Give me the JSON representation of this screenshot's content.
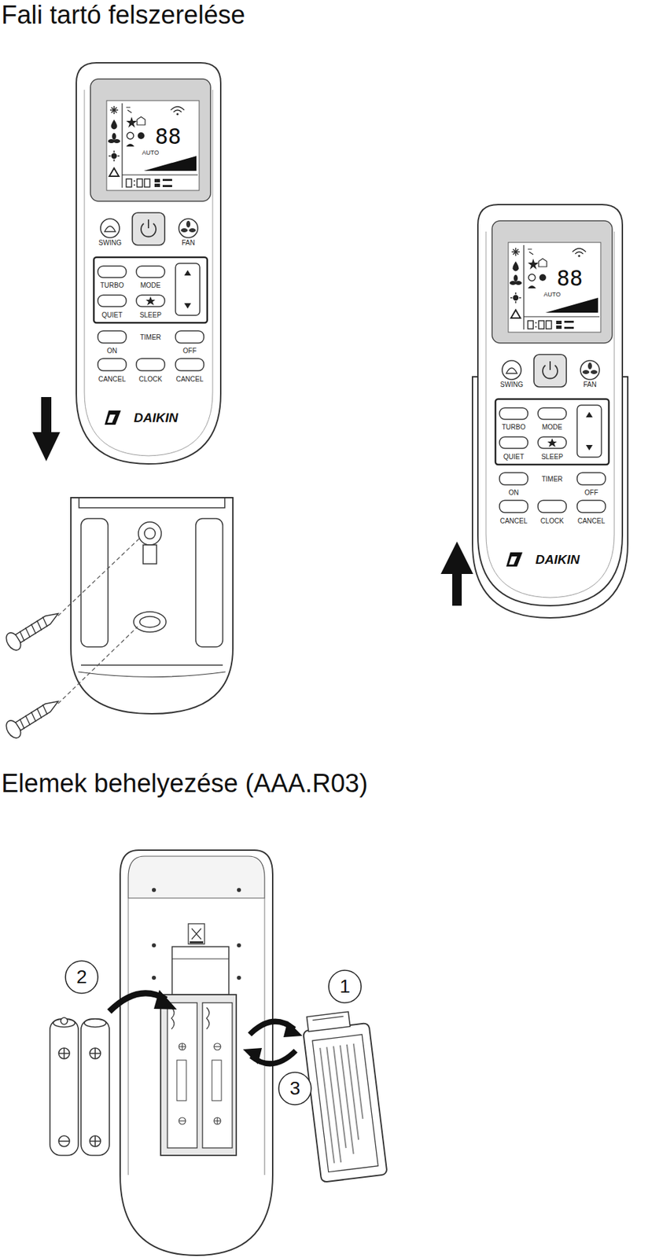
{
  "diagram": {
    "title": "Fali tartó felszerelése",
    "labels": [
      "SWING",
      "FAN",
      "TURBO",
      "MODE",
      "QUIET",
      "SLEEP",
      "TIMER",
      "ON",
      "OFF",
      "CANCEL",
      "CLOCK",
      "CANCEL",
      "DAIKIN",
      "AUTO",
      "88",
      "SWING",
      "FAN",
      "TURBO",
      "MODE",
      "QUIET",
      "SLEEP",
      "TIMER",
      "ON",
      "OFF",
      "CANCEL",
      "CLOCK",
      "CANCEL",
      "DAIKIN",
      "AUTO",
      "88",
      "Elemek behelyezése (AAA.R03)",
      "2",
      "1",
      "3"
    ]
  }
}
